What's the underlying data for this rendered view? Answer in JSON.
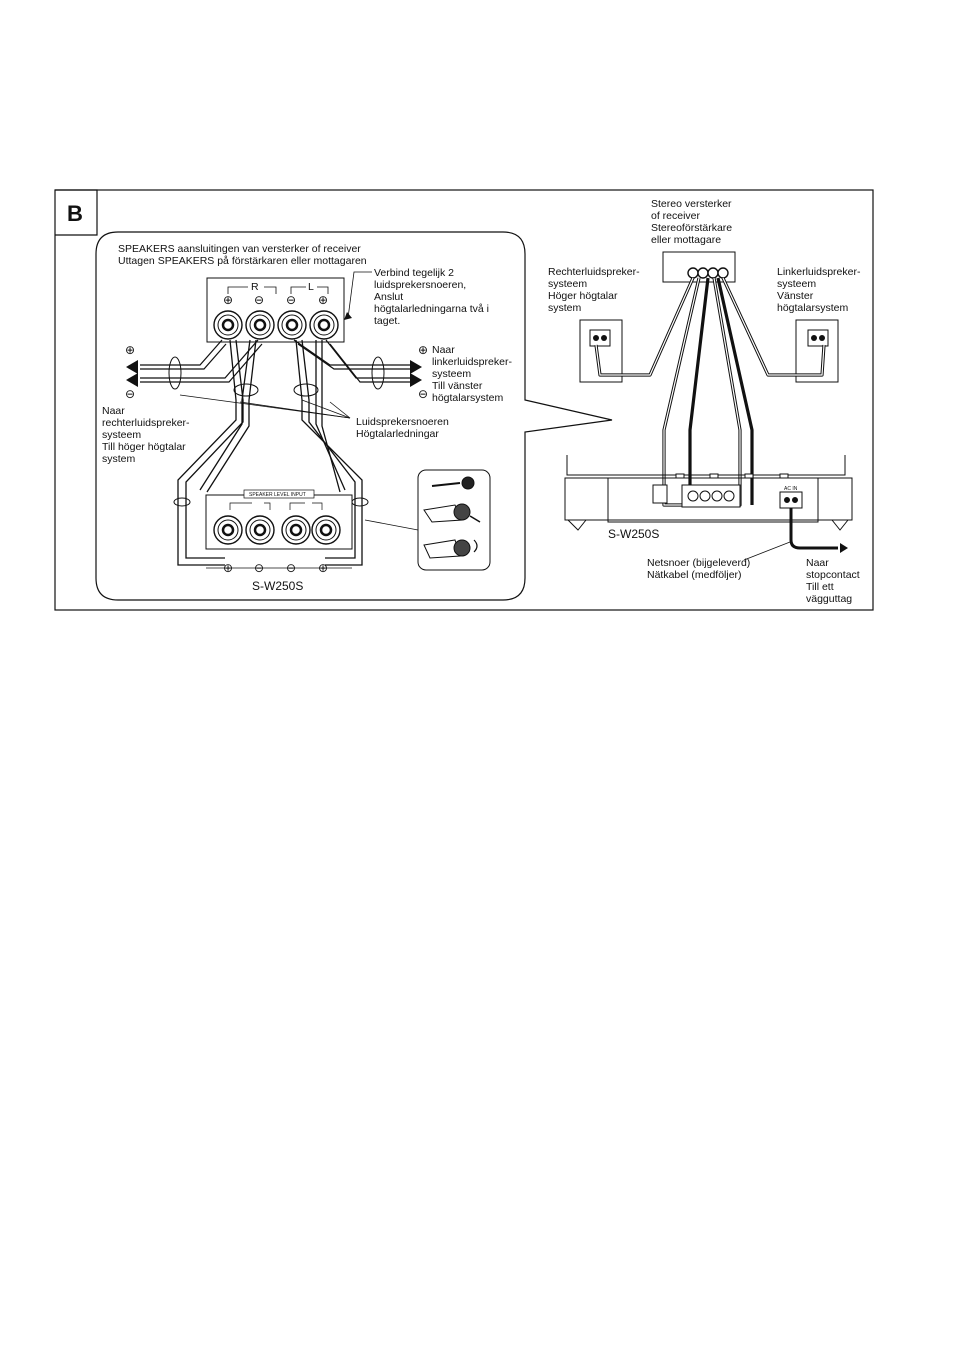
{
  "figure_label": "B",
  "detail": {
    "header_line1": "SPEAKERS aansluitingen van versterker of receiver",
    "header_line2": "Uttagen SPEAKERS på förstärkaren eller mottagaren",
    "terminal_label_r": "R",
    "terminal_label_l": "L",
    "connect_note": [
      "Verbind tegelijk 2",
      "luidsprekersnoeren,",
      "Anslut",
      "högtalarledningarna två i",
      "taget."
    ],
    "left_speaker_note": [
      "Naar",
      "rechterluidspreker-",
      "systeem",
      "Till höger högtalar",
      "system"
    ],
    "right_speaker_note": [
      "Naar",
      "linkerluidspreker-",
      "systeem",
      "Till vänster",
      "högtalarsystem"
    ],
    "cords_note": [
      "Luidsprekersnoeren",
      "Högtalarledningar"
    ],
    "plus_symbol": "⊕",
    "minus_symbol": "⊖",
    "input_panel_label": "SPEAKER LEVEL INPUT",
    "model": "S-W250S"
  },
  "overview": {
    "amp_label": [
      "Stereo versterker",
      "of receiver",
      "Stereoförstärkare",
      "eller mottagare"
    ],
    "right_speaker": [
      "Rechterluidspreker-",
      "systeem",
      "Höger högtalar",
      "system"
    ],
    "left_speaker": [
      "Linkerluidspreker-",
      "systeem",
      "Vänster",
      "högtalarsystem"
    ],
    "model": "S-W250S",
    "power_cord": [
      "Netsnoer (bijgeleverd)",
      "Nätkabel (medföljer)"
    ],
    "outlet": [
      "Naar",
      "stopcontact",
      "Till ett",
      "vägguttag"
    ],
    "ac_label": "AC IN"
  }
}
